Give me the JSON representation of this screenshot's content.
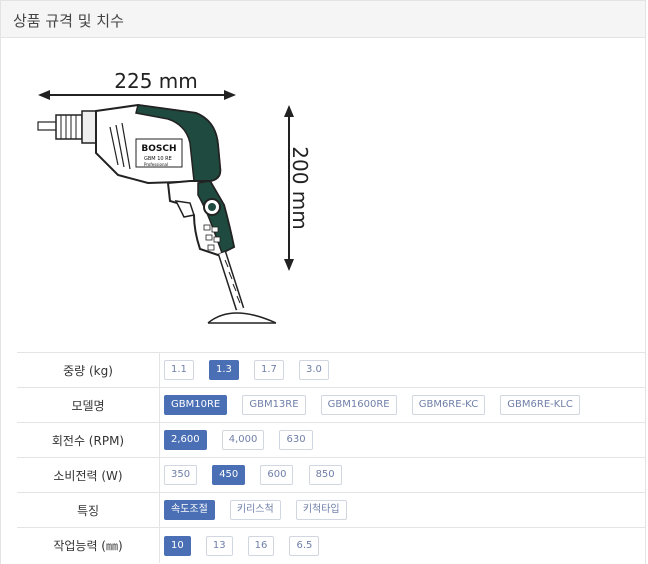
{
  "header": {
    "title": "상품 규격 및 치수"
  },
  "drawing": {
    "width_label": "225 mm",
    "height_label": "200 mm",
    "brand": "BOSCH",
    "model": "GBM 10 RE",
    "sub": "Professional"
  },
  "specs": [
    {
      "label": "중량 (kg)",
      "options": [
        "1.1",
        "1.3",
        "1.7",
        "3.0"
      ],
      "selected": 1
    },
    {
      "label": "모델명",
      "options": [
        "GBM10RE",
        "GBM13RE",
        "GBM1600RE",
        "GBM6RE-KC",
        "GBM6RE-KLC"
      ],
      "selected": 0
    },
    {
      "label": "회전수 (RPM)",
      "options": [
        "2,600",
        "4,000",
        "630"
      ],
      "selected": 0
    },
    {
      "label": "소비전력 (W)",
      "options": [
        "350",
        "450",
        "600",
        "850"
      ],
      "selected": 1
    },
    {
      "label": "특징",
      "options": [
        "속도조절",
        "키리스척",
        "키척타입"
      ],
      "selected": 0
    },
    {
      "label": "작업능력 (㎜)",
      "options": [
        "10",
        "13",
        "16",
        "6.5"
      ],
      "selected": 0
    }
  ],
  "colors": {
    "accent": "#4a6fb5",
    "tool_body": "#1f4a3f"
  }
}
